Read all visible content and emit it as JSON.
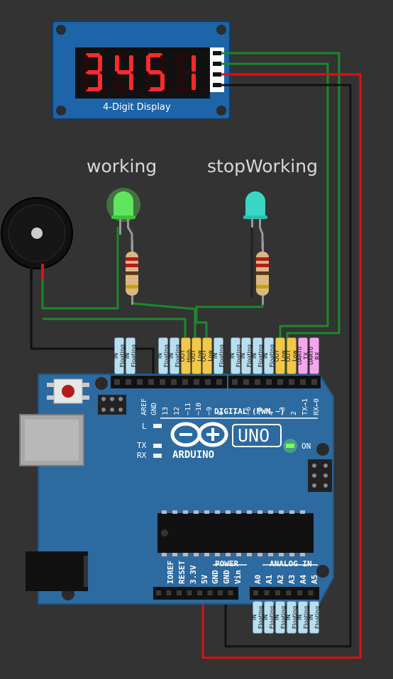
{
  "display": {
    "digits": "3451",
    "caption": "4-Digit Display"
  },
  "leds": {
    "working": {
      "label": "working",
      "color": "#5ee65e"
    },
    "stop": {
      "label": "stopWorking",
      "color": "#39d6c6"
    }
  },
  "pin_tags": [
    {
      "kind": "IN",
      "state": "Floating"
    },
    {
      "kind": "IN",
      "state": "Floating"
    },
    {
      "kind": "IN",
      "state": "Floating"
    },
    {
      "kind": "IN",
      "state": "Floating"
    },
    {
      "kind": "OUT",
      "state": "High"
    },
    {
      "kind": "OUT",
      "state": "Low"
    },
    {
      "kind": "OUT",
      "state": "Low"
    },
    {
      "kind": "IN",
      "state": "Floating"
    },
    {
      "kind": "IN",
      "state": "Floating"
    },
    {
      "kind": "IN",
      "state": "Floating"
    },
    {
      "kind": "IN",
      "state": "Floating"
    },
    {
      "kind": "IN",
      "state": "Floating"
    },
    {
      "kind": "OUT",
      "state": "Low"
    },
    {
      "kind": "OUT",
      "state": "Low"
    },
    {
      "kind": "UART0",
      "state": "TX"
    },
    {
      "kind": "UART0",
      "state": "RX"
    }
  ],
  "analog_tags": [
    {
      "kind": "IN",
      "state": "Floating"
    },
    {
      "kind": "IN",
      "state": "Floating"
    },
    {
      "kind": "IN",
      "state": "Floating"
    },
    {
      "kind": "IN",
      "state": "Floating"
    },
    {
      "kind": "IN",
      "state": "Floating"
    },
    {
      "kind": "IN",
      "state": "Floating"
    }
  ],
  "board": {
    "digital_label": "DIGITAL (PWM ~)",
    "brand": "ARDUINO",
    "model": "UNO",
    "on_label": "ON",
    "l_label": "L",
    "tx_label": "TX",
    "rx_label": "RX",
    "power_label": "POWER",
    "analog_label": "ANALOG IN",
    "aref": "AREF",
    "gnd": "GND",
    "d13": "13",
    "d12": "12",
    "d11": "~11",
    "d10": "~10",
    "d9": "~9",
    "d8": "8",
    "d7": "7",
    "d6": "~6",
    "d5": "~5",
    "d4": "4",
    "d3": "~3",
    "d2": "2",
    "tx1": "TX→1",
    "rx0": "RX←0",
    "ioref": "IOREF",
    "reset": "RESET",
    "v33": "3.3V",
    "v5": "5V",
    "gnd1": "GND",
    "gnd2": "GND",
    "vin": "Vin",
    "a0": "A0",
    "a1": "A1",
    "a2": "A2",
    "a3": "A3",
    "a4": "A4",
    "a5": "A5"
  },
  "colors": {
    "board": "#2c6aa0",
    "wire_green": "#1a8a2a",
    "wire_red": "#e01010",
    "wire_black": "#111111",
    "segment_on": "#ff2a2a"
  }
}
